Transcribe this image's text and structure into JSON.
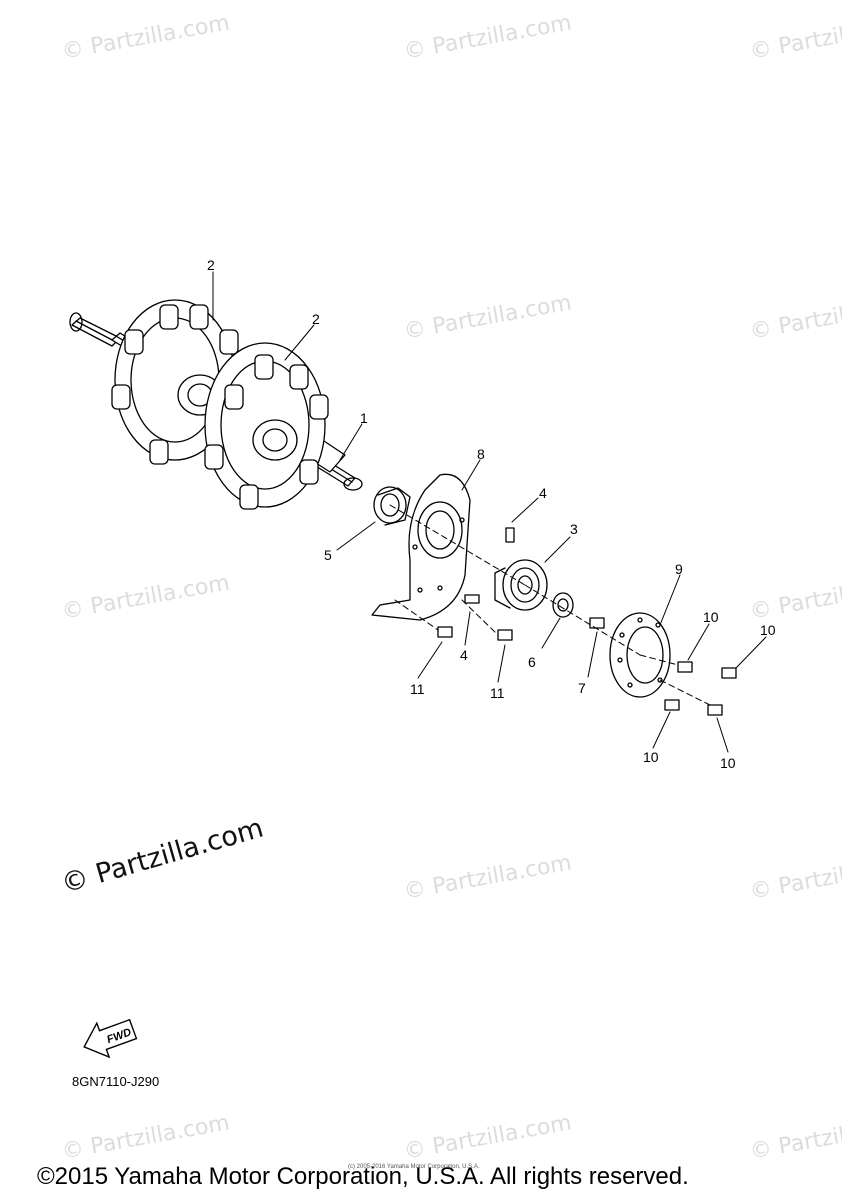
{
  "watermark": "© Partzilla.com",
  "callouts": [
    "1",
    "2",
    "2",
    "3",
    "4",
    "4",
    "5",
    "6",
    "7",
    "8",
    "9",
    "10",
    "10",
    "10",
    "10",
    "11",
    "11"
  ],
  "fwd_label": "FWD",
  "part_code": "8GN7110-J290",
  "small_print": "(c) 2005-2016 Yamaha Motor Corporation, U.S.A.",
  "copyright": "©2015 Yamaha Motor Corporation, U.S.A. All rights reserved.",
  "colors": {
    "line": "#000000",
    "watermark": "#dcdcdc",
    "background": "#ffffff"
  }
}
